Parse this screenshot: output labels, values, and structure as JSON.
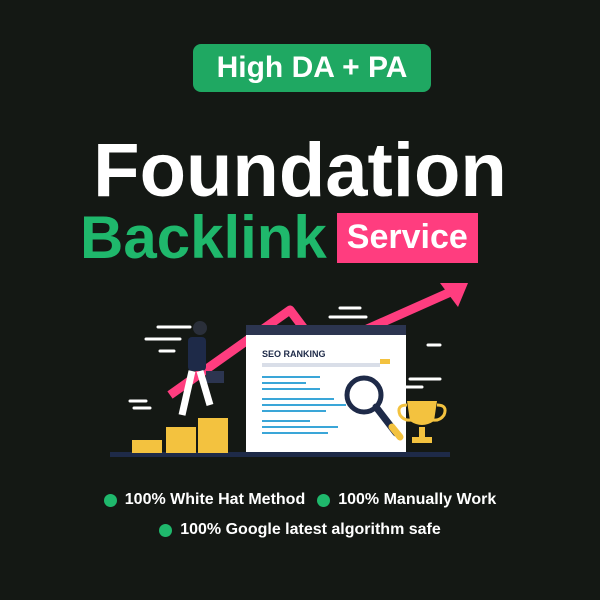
{
  "badge": {
    "label": "High DA + PA"
  },
  "title": {
    "line1": "Foundation",
    "line2": "Backlink",
    "highlight": "Service"
  },
  "illustration": {
    "card_title": "SEO RANKING"
  },
  "features": [
    "100% White Hat Method",
    "100% Manually Work",
    "100% Google latest algorithm safe"
  ],
  "colors": {
    "background": "#141814",
    "green": "#1fb86c",
    "pink": "#ff3d7f",
    "navy": "#1e2a48",
    "gold": "#f3c23f"
  }
}
